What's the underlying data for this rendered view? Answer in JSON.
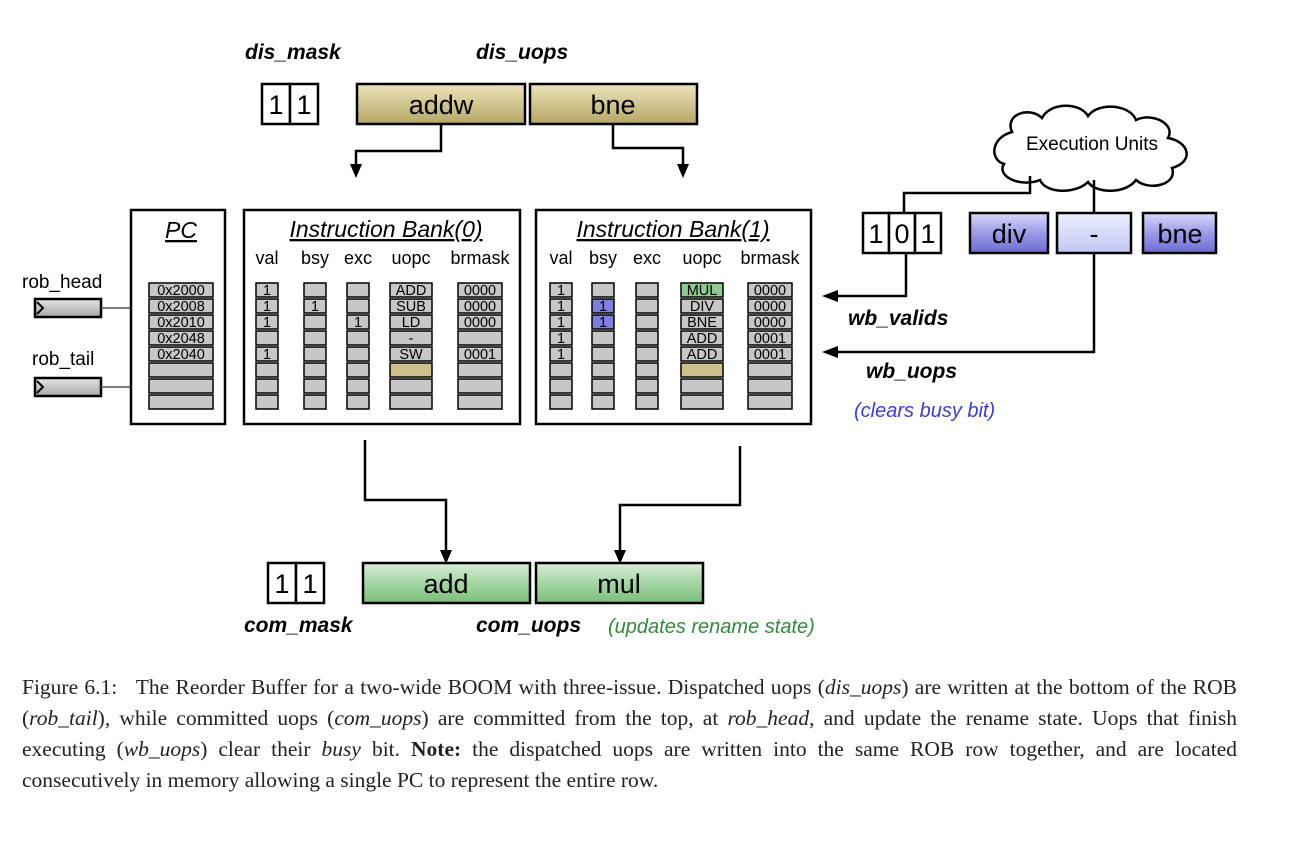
{
  "labels": {
    "dis_mask": "dis_mask",
    "dis_uops": "dis_uops",
    "com_mask": "com_mask",
    "com_uops": "com_uops",
    "com_note": "(updates rename state)",
    "wb_valids": "wb_valids",
    "wb_uops": "wb_uops",
    "wb_note": "(clears busy bit)",
    "rob_head": "rob_head",
    "rob_tail": "rob_tail",
    "exec_units": "Execution Units"
  },
  "dispatch": {
    "mask": [
      "1",
      "1"
    ],
    "uops": [
      "addw",
      "bne"
    ]
  },
  "commit": {
    "mask": [
      "1",
      "1"
    ],
    "uops": [
      "add",
      "mul"
    ]
  },
  "writeback": {
    "valids": [
      "1",
      "0",
      "1"
    ],
    "uops": [
      "div",
      "-",
      "bne"
    ]
  },
  "pc": {
    "title": "PC",
    "rows": [
      "0x2000",
      "0x2008",
      "0x2010",
      "0x2048",
      "0x2040",
      "",
      "",
      ""
    ]
  },
  "banks": [
    {
      "title": "Instruction Bank(0)",
      "columns": [
        "val",
        "bsy",
        "exc",
        "uopc",
        "brmask"
      ],
      "rows": [
        [
          "1",
          "",
          "",
          "ADD",
          "0000"
        ],
        [
          "1",
          "1",
          "",
          "SUB",
          "0000"
        ],
        [
          "1",
          "",
          "1",
          "LD",
          "0000"
        ],
        [
          "",
          "",
          "",
          "-",
          ""
        ],
        [
          "1",
          "",
          "",
          "SW",
          "0001"
        ],
        [
          "",
          "",
          "",
          "",
          ""
        ],
        [
          "",
          "",
          "",
          "",
          ""
        ],
        [
          "",
          "",
          "",
          "",
          ""
        ]
      ]
    },
    {
      "title": "Instruction Bank(1)",
      "columns": [
        "val",
        "bsy",
        "exc",
        "uopc",
        "brmask"
      ],
      "rows": [
        [
          "1",
          "",
          "",
          "MUL",
          "0000"
        ],
        [
          "1",
          "1",
          "",
          "DIV",
          "0000"
        ],
        [
          "1",
          "1",
          "",
          "BNE",
          "0000"
        ],
        [
          "1",
          "",
          "",
          "ADD",
          "0001"
        ],
        [
          "1",
          "",
          "",
          "ADD",
          "0001"
        ],
        [
          "",
          "",
          "",
          "",
          ""
        ],
        [
          "",
          "",
          "",
          "",
          ""
        ],
        [
          "",
          "",
          "",
          "",
          ""
        ]
      ]
    }
  ],
  "caption": {
    "label": "Figure 6.1:",
    "p1": "The Reorder Buffer for a two-wide BOOM with three-issue. Dispatched uops (",
    "e1": "dis_uops",
    "p2": ") are written at the bottom of the ROB (",
    "e2": "rob_tail",
    "p3": "), while committed uops (",
    "e3": "com_uops",
    "p4": ") are committed from the top, at ",
    "e4": "rob_head",
    "p5": ", and update the rename state. Uops that finish executing (",
    "e5": "wb_uops",
    "p6": ") clear their ",
    "e6": "busy",
    "p7": " bit. ",
    "note_label": "Note:",
    "p8": " the dispatched uops are written into the same ROB row together, and are located consecutively in memory allowing a single PC to represent the entire row."
  },
  "colors": {
    "gold": "#cdc08a",
    "green": "#8fca91",
    "blue": "#7d7fdc",
    "lightblue": "#c9ccf5",
    "cellgray": "#c7c7c7",
    "note_blue": "#3b3bdc",
    "note_green": "#2f8c3a"
  }
}
